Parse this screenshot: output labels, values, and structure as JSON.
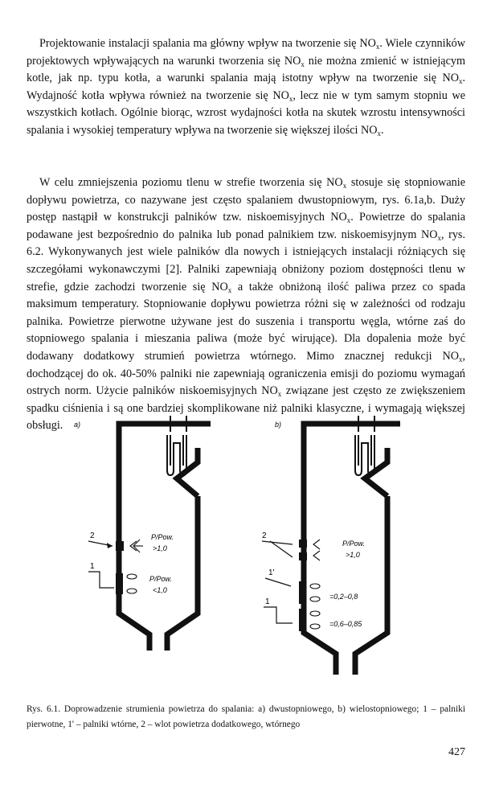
{
  "paragraphs": [
    {
      "segments": [
        "Projektowanie instalacji spalania ma główny wpływ na tworzenie się NO",
        "x",
        ". Wiele czynników projektowych wpływających na warunki tworzenia się NO",
        "x",
        " nie można zmienić w istniejącym kotle, jak np. typu kotła, a warunki spalania mają istotny wpływ na tworzenie się NO",
        "x",
        ". Wydajność kotła wpływa również na tworzenie się NO",
        "x",
        ", lecz nie w tym samym stopniu we wszystkich kotłach. Ogólnie biorąc, wzrost wydajności kotła na skutek wzrostu intensywności spalania i wysokiej temperatury wpływa na tworzenie się większej ilości NO",
        "x",
        "."
      ]
    },
    {
      "segments": [
        "W celu zmniejszenia poziomu tlenu w strefie tworzenia się NO",
        "x",
        " stosuje się stopniowanie dopływu powietrza, co nazywane jest często spalaniem dwustopniowym, rys. 6.1a,b. Duży postęp nastąpił w konstrukcji palników tzw. niskoemisyjnych NO",
        "x",
        ". Powietrze do spalania podawane jest bezpośrednio do palnika lub ponad palnikiem tzw. niskoemisyjnym NO",
        "x",
        ", rys. 6.2. Wykonywanych jest wiele palników dla nowych i istniejących instalacji różniących się szczegółami wykonawczymi [2]. Palniki zapewniają obniżony poziom dostępności tlenu w strefie, gdzie zachodzi tworzenie się NO",
        "x",
        " a także obniżoną ilość paliwa przez co spada maksimum temperatury. Stopniowanie dopływu powietrza różni się w zależności od rodzaju palnika. Powietrze pierwotne używane jest do suszenia i transportu węgla, wtórne zaś do stopniowego spalania i mieszania paliwa (może być wirujące). Dla dopalenia może być dodawany dodatkowy strumień powietrza wtórnego. Mimo znacznej redukcji NO",
        "x",
        ", dochodzącej do ok. 40-50% palniki nie zapewniają ograniczenia emisji do poziomu wymagań ostrych norm. Użycie palników niskoemisyjnych NO",
        "x",
        " związane jest często ze zwiększeniem spadku ciśnienia i są one bardziej skomplikowane niż palniki klasyczne, i wymagają większej obsługi."
      ]
    }
  ],
  "figure": {
    "panel_a": {
      "label": "a)",
      "marker_upper": "2",
      "marker_lower": "1",
      "ratio_upper": [
        "P/Pow.",
        ">1,0"
      ],
      "ratio_lower": [
        "P/Pow.",
        "<1,0"
      ]
    },
    "panel_b": {
      "label": "b)",
      "marker_upper": "2",
      "marker_mid": "1'",
      "marker_lower": "1",
      "ratio_upper": [
        "P/Pow.",
        ">1,0"
      ],
      "ratio_mid": "=0,2–0,8",
      "ratio_lower": "=0,6–0,85"
    }
  },
  "caption": "Rys. 6.1. Doprowadzenie strumienia powietrza do spalania: a) dwustopniowego, b) wielostopniowego; 1 – palniki pierwotne, 1' – palniki wtórne, 2 – wlot powietrza dodatkowego, wtórnego",
  "page_number": "427"
}
